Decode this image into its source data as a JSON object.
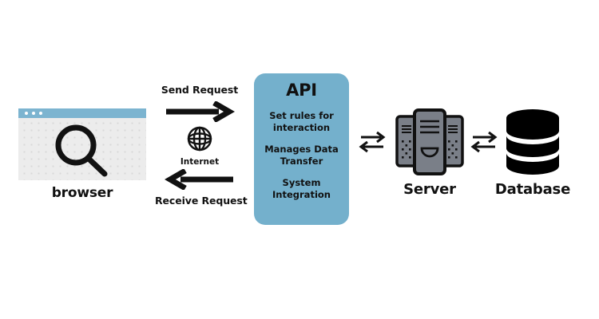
{
  "diagram": {
    "title": "API request flow diagram",
    "background": "#ffffff",
    "accent_color": "#74b0cc",
    "ink_color": "#111111"
  },
  "browser": {
    "label": "browser",
    "icon": "magnifier-icon",
    "titlebar_color": "#7cb4d0",
    "window_color": "#ececec",
    "dots": [
      "window-dot-1",
      "window-dot-2",
      "window-dot-3"
    ]
  },
  "network": {
    "send_label": "Send Request",
    "receive_label": "Receive Request",
    "internet_label": "Internet",
    "send_arrow_icon": "arrow-right-icon",
    "receive_arrow_icon": "arrow-left-icon",
    "globe_icon": "globe-icon"
  },
  "api": {
    "title": "API",
    "color": "#74b0cc",
    "items": [
      "Set rules for interaction",
      "Manages Data Transfer",
      "System Integration"
    ]
  },
  "connectors": {
    "api_server": "exchange-arrow-icon",
    "server_database": "exchange-arrow-icon"
  },
  "server": {
    "label": "Server",
    "icon": "server-rack-icon",
    "body_color": "#7a7f88"
  },
  "database": {
    "label": "Database",
    "icon": "database-cylinder-icon",
    "body_color": "#000000"
  }
}
